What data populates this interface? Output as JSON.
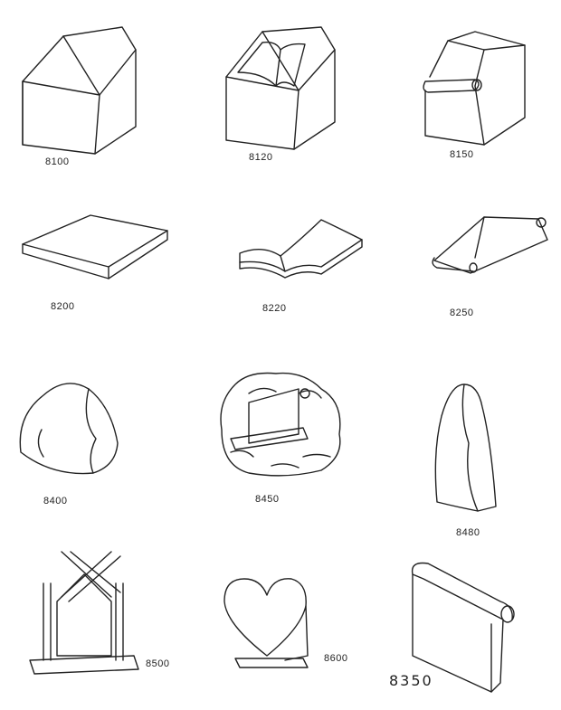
{
  "catalog": {
    "items": [
      {
        "code": "8100",
        "shape": "slant-marker"
      },
      {
        "code": "8120",
        "shape": "slant-marker-with-book"
      },
      {
        "code": "8150",
        "shape": "slant-marker-with-scroll"
      },
      {
        "code": "8200",
        "shape": "flat-marker"
      },
      {
        "code": "8220",
        "shape": "open-book-marker"
      },
      {
        "code": "8250",
        "shape": "scroll-bevel-marker"
      },
      {
        "code": "8400",
        "shape": "rustic-boulder"
      },
      {
        "code": "8450",
        "shape": "rock-cairn-with-scroll"
      },
      {
        "code": "8480",
        "shape": "rustic-upright"
      },
      {
        "code": "8500",
        "shape": "log-frame-upright"
      },
      {
        "code": "8600",
        "shape": "heart-upright"
      },
      {
        "code": "8350",
        "shape": "scroll-top-upright"
      }
    ]
  }
}
